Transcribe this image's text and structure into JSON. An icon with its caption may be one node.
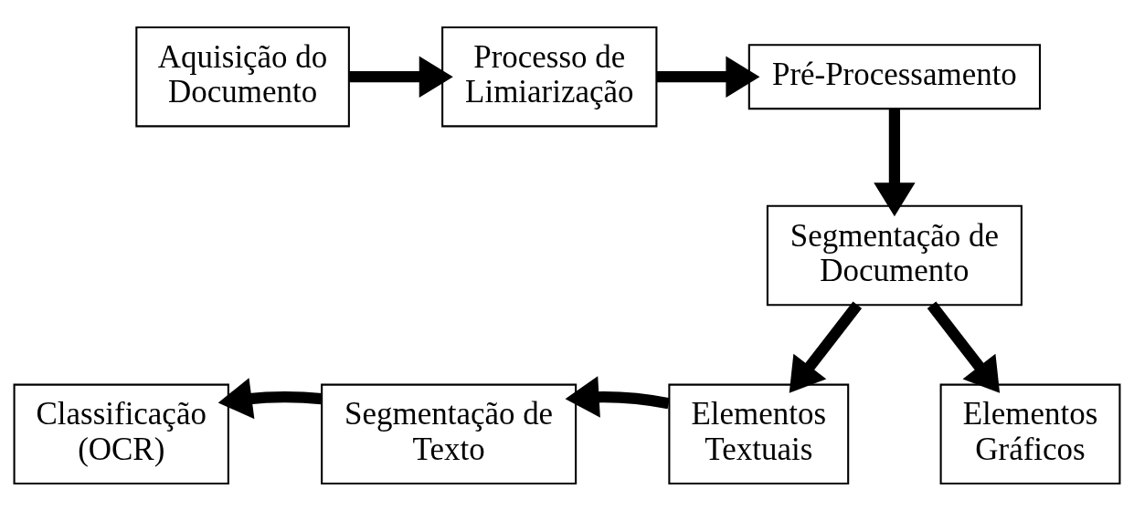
{
  "diagram": {
    "nodes": [
      {
        "text": [
          "Aquisição do Documento"
        ]
      },
      {
        "text": [
          "Processo de Limiarização"
        ]
      },
      {
        "text": [
          "Pré-Processamento"
        ]
      },
      {
        "text": [
          "Segmentação de Documento"
        ]
      },
      {
        "text": [
          "Elementos Textuais"
        ]
      },
      {
        "text": [
          "Elementos Gráficos"
        ]
      },
      {
        "text": [
          "Segmentação de Texto"
        ]
      },
      {
        "text": [
          "Classificação (OCR)"
        ]
      }
    ],
    "edges": [
      {
        "from": 0,
        "to": 1,
        "arrow": "to"
      },
      {
        "from": 1,
        "to": 2,
        "arrow": "to"
      },
      {
        "from": 2,
        "to": 3,
        "arrow": "to"
      },
      {
        "from": 3,
        "to": 4,
        "arrow": "to"
      },
      {
        "from": 3,
        "to": 5,
        "arrow": "to"
      },
      {
        "from": 4,
        "to": 6,
        "arrow": "to"
      },
      {
        "from": 6,
        "to": 7,
        "arrow": "to"
      }
    ]
  }
}
